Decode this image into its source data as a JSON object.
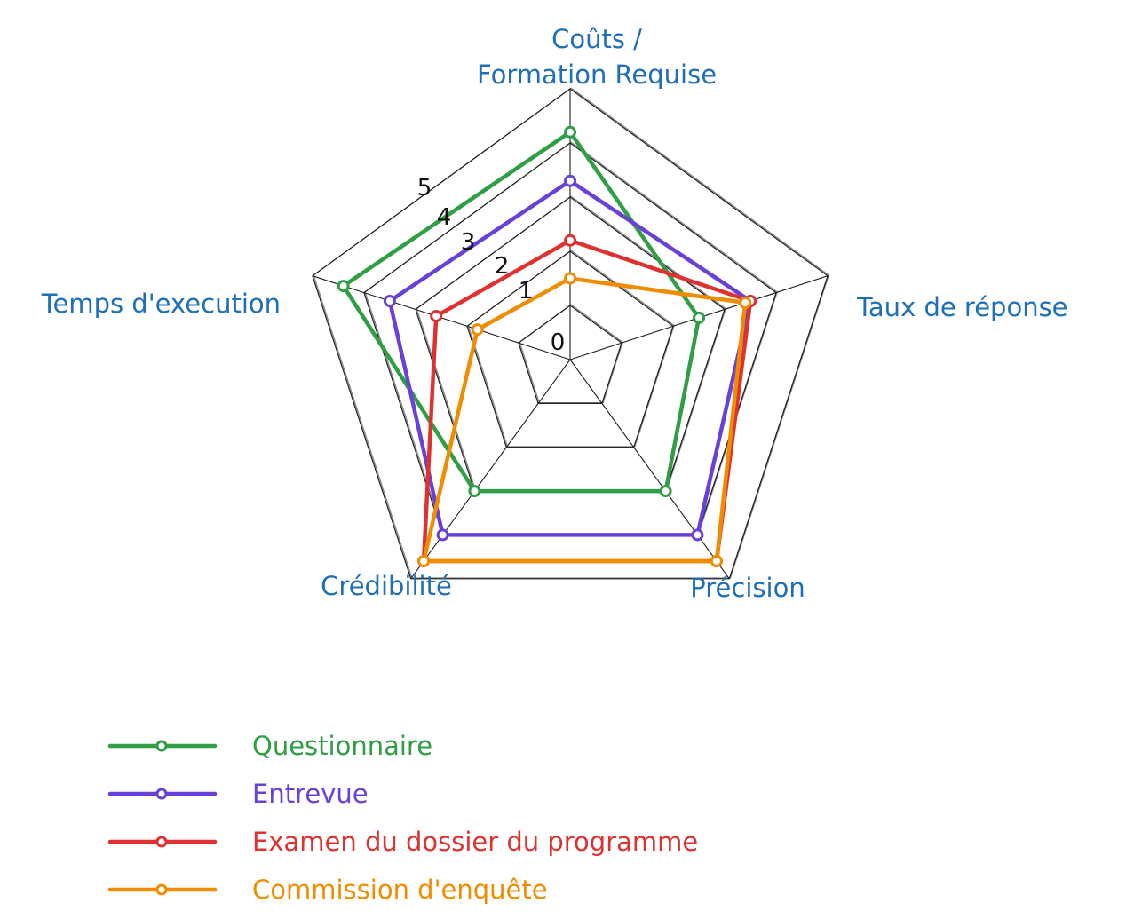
{
  "chart_data": {
    "type": "radar",
    "axes": [
      "Coûts /\nFormation Requise",
      "Taux de réponse",
      "Précision",
      "Crédibilité",
      "Temps d'execution"
    ],
    "rlim": [
      0,
      5
    ],
    "ticks": [
      "0",
      "1",
      "2",
      "3",
      "4",
      "5"
    ],
    "grid": true,
    "legend": "bottom-left",
    "series": [
      {
        "name": "Questionnaire",
        "color": "#2f9e44",
        "values": [
          4.2,
          2.5,
          3.0,
          3.0,
          4.4
        ]
      },
      {
        "name": "Entrevue",
        "color": "#6741d9",
        "values": [
          3.3,
          3.5,
          4.0,
          4.0,
          3.5
        ]
      },
      {
        "name": "Examen du dossier du programme",
        "color": "#e03131",
        "values": [
          2.2,
          3.5,
          4.6,
          4.6,
          2.6
        ]
      },
      {
        "name": "Commission d'enquête",
        "color": "#f08c00",
        "values": [
          1.5,
          3.4,
          4.6,
          4.6,
          1.8
        ]
      }
    ]
  }
}
